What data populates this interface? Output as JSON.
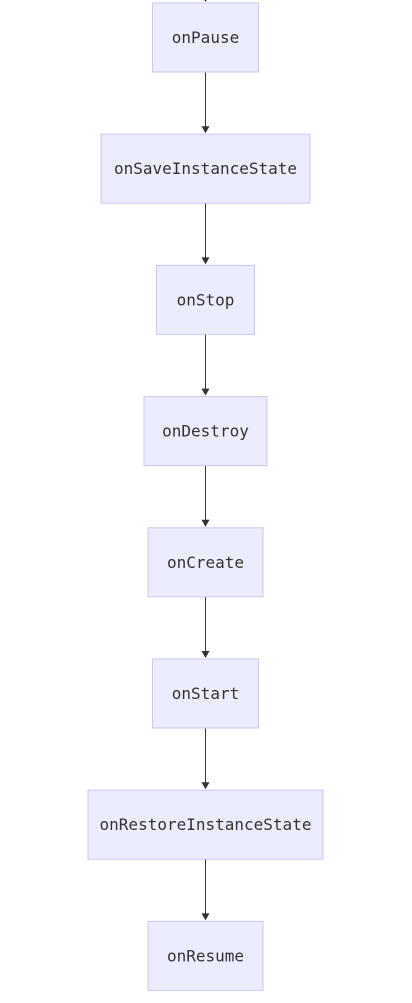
{
  "diagram": {
    "type": "flowchart",
    "direction": "top-down",
    "nodes": [
      {
        "id": "onPause",
        "label": "onPause"
      },
      {
        "id": "onSaveInstanceState",
        "label": "onSaveInstanceState"
      },
      {
        "id": "onStop",
        "label": "onStop"
      },
      {
        "id": "onDestroy",
        "label": "onDestroy"
      },
      {
        "id": "onCreate",
        "label": "onCreate"
      },
      {
        "id": "onStart",
        "label": "onStart"
      },
      {
        "id": "onRestoreInstanceState",
        "label": "onRestoreInstanceState"
      },
      {
        "id": "onResume",
        "label": "onResume"
      }
    ],
    "edges": [
      {
        "from": "onPause",
        "to": "onSaveInstanceState"
      },
      {
        "from": "onSaveInstanceState",
        "to": "onStop"
      },
      {
        "from": "onStop",
        "to": "onDestroy"
      },
      {
        "from": "onDestroy",
        "to": "onCreate"
      },
      {
        "from": "onCreate",
        "to": "onStart"
      },
      {
        "from": "onStart",
        "to": "onRestoreInstanceState"
      },
      {
        "from": "onRestoreInstanceState",
        "to": "onResume"
      }
    ],
    "colors": {
      "node_fill": "#ececff",
      "node_border": "#c9c9f2",
      "edge": "#333333",
      "text": "#333333"
    }
  }
}
